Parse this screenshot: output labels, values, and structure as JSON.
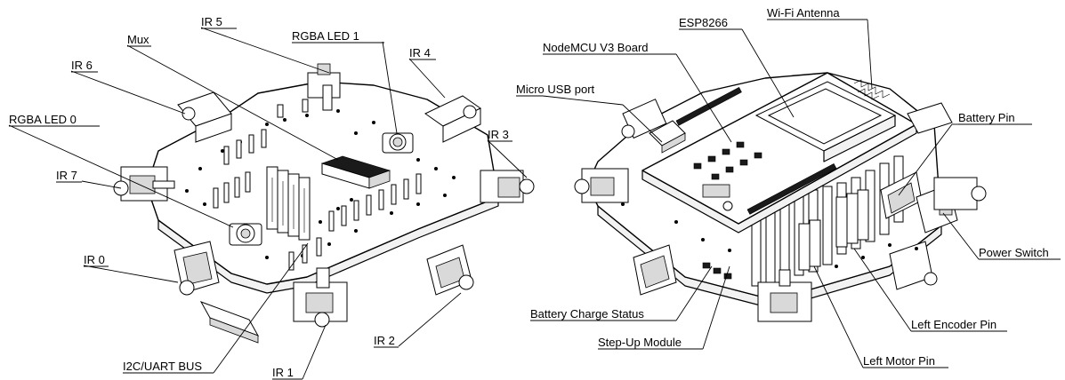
{
  "labels": {
    "ir0": "IR 0",
    "ir1": "IR 1",
    "ir2": "IR 2",
    "ir3": "IR 3",
    "ir4": "IR 4",
    "ir5": "IR 5",
    "ir6": "IR 6",
    "ir7": "IR 7",
    "mux": "Mux",
    "rgba_led_1": "RGBA LED 1",
    "rgba_led_0": "RGBA LED 0",
    "i2c_uart_bus": "I2C/UART BUS",
    "wifi_antenna": "Wi-Fi Antenna",
    "esp8266": "ESP8266",
    "nodemcu_board": "NodeMCU V3 Board",
    "micro_usb_port": "Micro USB port",
    "battery_pin": "Battery Pin",
    "power_switch": "Power Switch",
    "left_encoder_pin": "Left Encoder Pin",
    "left_motor_pin": "Left Motor Pin",
    "step_up_module": "Step-Up Module",
    "battery_charge_status": "Battery Charge Status"
  }
}
